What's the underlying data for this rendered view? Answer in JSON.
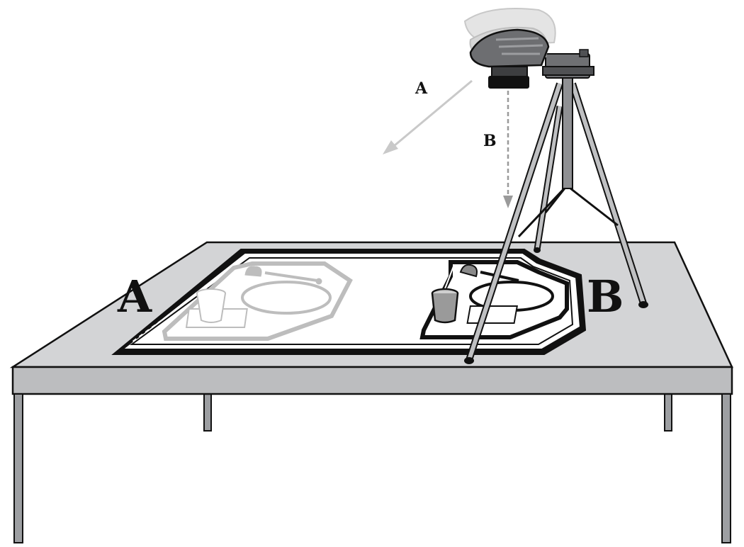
{
  "labels": {
    "camera_arrow_a": "A",
    "camera_arrow_b": "B",
    "position_a": "A",
    "position_b": "B"
  },
  "colors": {
    "table_top": "#d3d4d6",
    "table_edge": "#bcbdbf",
    "outline": "#111111",
    "faded_layout": "#bdbdbd",
    "arrow_a": "#c9c9c9",
    "arrow_b": "#9a9a9a"
  }
}
